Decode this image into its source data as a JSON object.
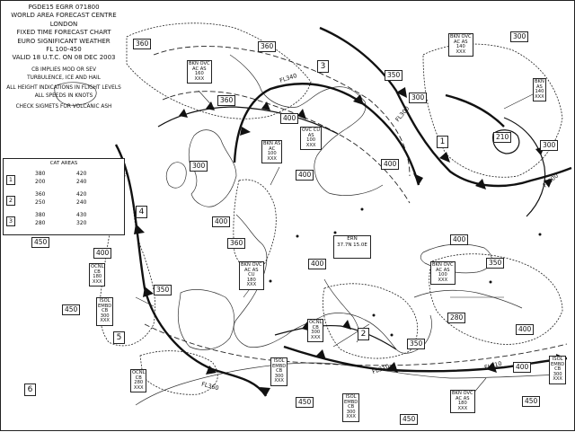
{
  "header": {
    "chart_id": "PGDE15 EGRR 071800",
    "centre": "WORLD AREA FORECAST CENTRE",
    "city": "LONDON",
    "type": "FIXED TIME FORECAST CHART",
    "product": "EURO SIGNIFICANT WEATHER",
    "levels": "FL 100-450",
    "valid": "VALID 18 U.T.C. ON 08 DEC 2003",
    "note1": "CB IMPLIES MOD OR SEV",
    "note2": "TURBULENCE, ICE and HAIL",
    "note3": "ALL HEIGHT INDICATIONS IN FLIGHT LEVELS",
    "note4": "ALL SPEEDS IN KNOTS",
    "note5": "CHECK SIGMETS FOR VOLCANIC ASH"
  },
  "cat_areas": {
    "title": "CAT AREAS",
    "items": [
      {
        "id": "1",
        "top": "380",
        "bottom": "200",
        "top2": "420",
        "bottom2": "240"
      },
      {
        "id": "2",
        "top": "360",
        "bottom": "250",
        "top2": "420",
        "bottom2": "240"
      },
      {
        "id": "3",
        "top": "380",
        "bottom": "280",
        "top2": "430",
        "bottom2": "320"
      }
    ]
  },
  "area_labels": [
    "1",
    "2",
    "3",
    "4",
    "5",
    "6"
  ],
  "flight_levels": [
    "360",
    "300",
    "360",
    "350",
    "300",
    "400",
    "210",
    "300",
    "400",
    "360",
    "300",
    "400",
    "400",
    "400",
    "360",
    "400",
    "450",
    "400",
    "350",
    "280",
    "450",
    "350",
    "350",
    "400",
    "450",
    "450",
    "450",
    "400"
  ],
  "jet_labels": [
    "FL340",
    "FL300",
    "FL300",
    "FL310",
    "FL360",
    "FL310"
  ],
  "cloud_boxes": {
    "nw": [
      "BKN  OVC",
      "AC   AS",
      "160",
      "XXX"
    ],
    "north": [
      "BKN  AS",
      "AC",
      "100",
      "XXX"
    ],
    "ncu": [
      "OVC  CU",
      "AS",
      "100",
      "XXX"
    ],
    "ne": [
      "BKN  OVC",
      "AC   AS",
      "140",
      "XXX"
    ],
    "ne2": [
      "BKN",
      "AS",
      "140",
      "XXX"
    ],
    "center": [
      "BKN  OVC",
      "AC   AS",
      "CU",
      "180",
      "XXX"
    ],
    "right": [
      "BKN  OVC",
      "AC   AS",
      "100",
      "XXX"
    ],
    "iscl_w": [
      "OCNL",
      "CB",
      "180",
      "XXX"
    ],
    "embd_w": [
      "ISOL",
      "EMBD",
      "CB",
      "300",
      "XXX"
    ],
    "ocnl_c": [
      "OCNL",
      "CB",
      "300",
      "XXX"
    ],
    "ocnl_s": [
      "OCNL",
      "CB",
      "280",
      "XXX"
    ],
    "isol_s": [
      "ISOL",
      "EMBD",
      "CB",
      "300",
      "XXX"
    ],
    "isol_s2": [
      "ISOL",
      "EMBD",
      "CB",
      "300",
      "XXX"
    ],
    "south_r": [
      "BKN  OVC",
      "AC   AS",
      "180",
      "XXX"
    ],
    "isol_e": [
      "ISOL",
      "EMBD",
      "CB",
      "300",
      "XXX"
    ]
  },
  "cyclone": {
    "name": "ERN",
    "position": "37.7N  15.0E"
  },
  "colors": {
    "line": "#111111",
    "paper": "#ffffff"
  }
}
